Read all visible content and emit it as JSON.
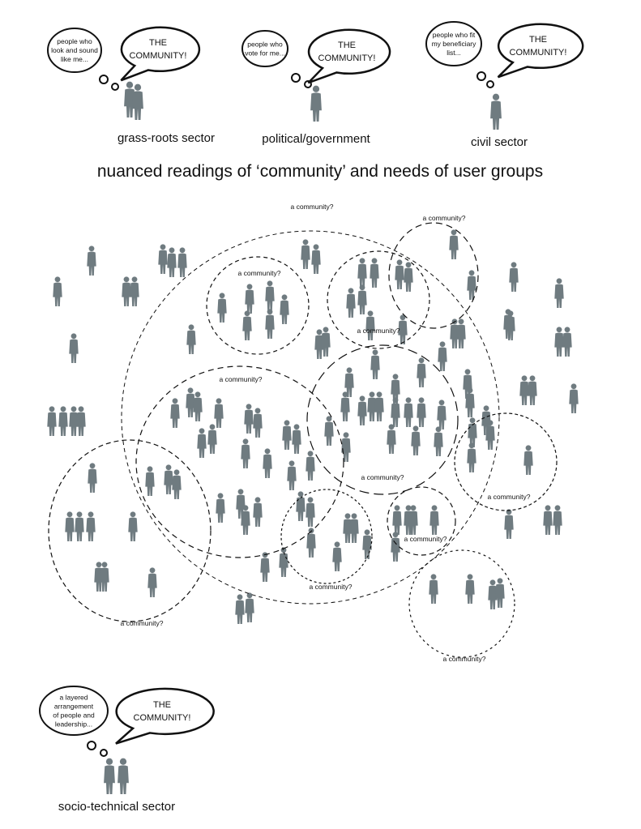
{
  "title": "nuanced readings of ‘community’ and needs of user groups",
  "sectors": [
    {
      "name": "grass-roots sector",
      "thought": [
        "people who",
        "look and sound",
        "like me..."
      ],
      "shout": [
        "THE",
        "COMMUNITY!"
      ]
    },
    {
      "name": "political/government",
      "thought": [
        "people who",
        "vote for me..."
      ],
      "shout": [
        "THE",
        "COMMUNITY!"
      ]
    },
    {
      "name": "civil sector",
      "thought": [
        "people who fit",
        "my beneficiary",
        "list..."
      ],
      "shout": [
        "THE",
        "COMMUNITY!"
      ]
    },
    {
      "name": "socio-technical sector",
      "thought": [
        "a layered",
        "arrangement",
        "of people and",
        "leadership..."
      ],
      "shout": [
        "THE",
        "COMMUNITY!"
      ]
    }
  ],
  "community_label": "a community?",
  "colors": {
    "figure": "#6f7b80",
    "line": "#111111"
  }
}
